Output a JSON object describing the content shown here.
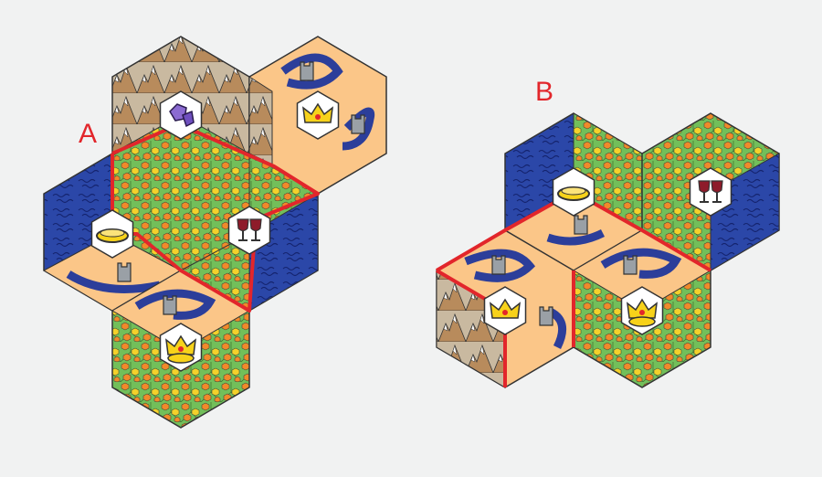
{
  "colors": {
    "background": "#f1f2f2",
    "forest": "#72bf5a",
    "tree_orange": "#f08a2a",
    "tree_yellow": "#f3d12a",
    "water": "#2b47a8",
    "wave": "#14236e",
    "mountain_ground": "#c9b9a0",
    "peak": "#b88b5c",
    "plain": "#fbc688",
    "road": "#2c3e9a",
    "border": "#e2262b",
    "stroke": "#333333"
  },
  "layout_labels": [
    {
      "id": "A",
      "text": "A"
    },
    {
      "id": "B",
      "text": "B"
    }
  ],
  "layouts": [
    {
      "id": "A",
      "tiles": [
        {
          "kind": "mountain",
          "hex_icon": "gems-icon"
        },
        {
          "kind": "plain",
          "hex_icon": "crown-icon"
        },
        {
          "kind": "water-forest",
          "hex_icon": "coin-icon"
        },
        {
          "kind": "forest-water",
          "hex_icon": "wine-icon"
        },
        {
          "kind": "plain-forest",
          "hex_icon": "crown-coin-icon"
        }
      ]
    },
    {
      "id": "B",
      "tiles": [
        {
          "kind": "water-forest",
          "hex_icon": "coin-icon"
        },
        {
          "kind": "forest-water",
          "hex_icon": "wine-icon"
        },
        {
          "kind": "mountain-plain",
          "hex_icon": "crown-icon"
        },
        {
          "kind": "plain-forest",
          "hex_icon": "crown-coin-icon"
        }
      ]
    }
  ]
}
